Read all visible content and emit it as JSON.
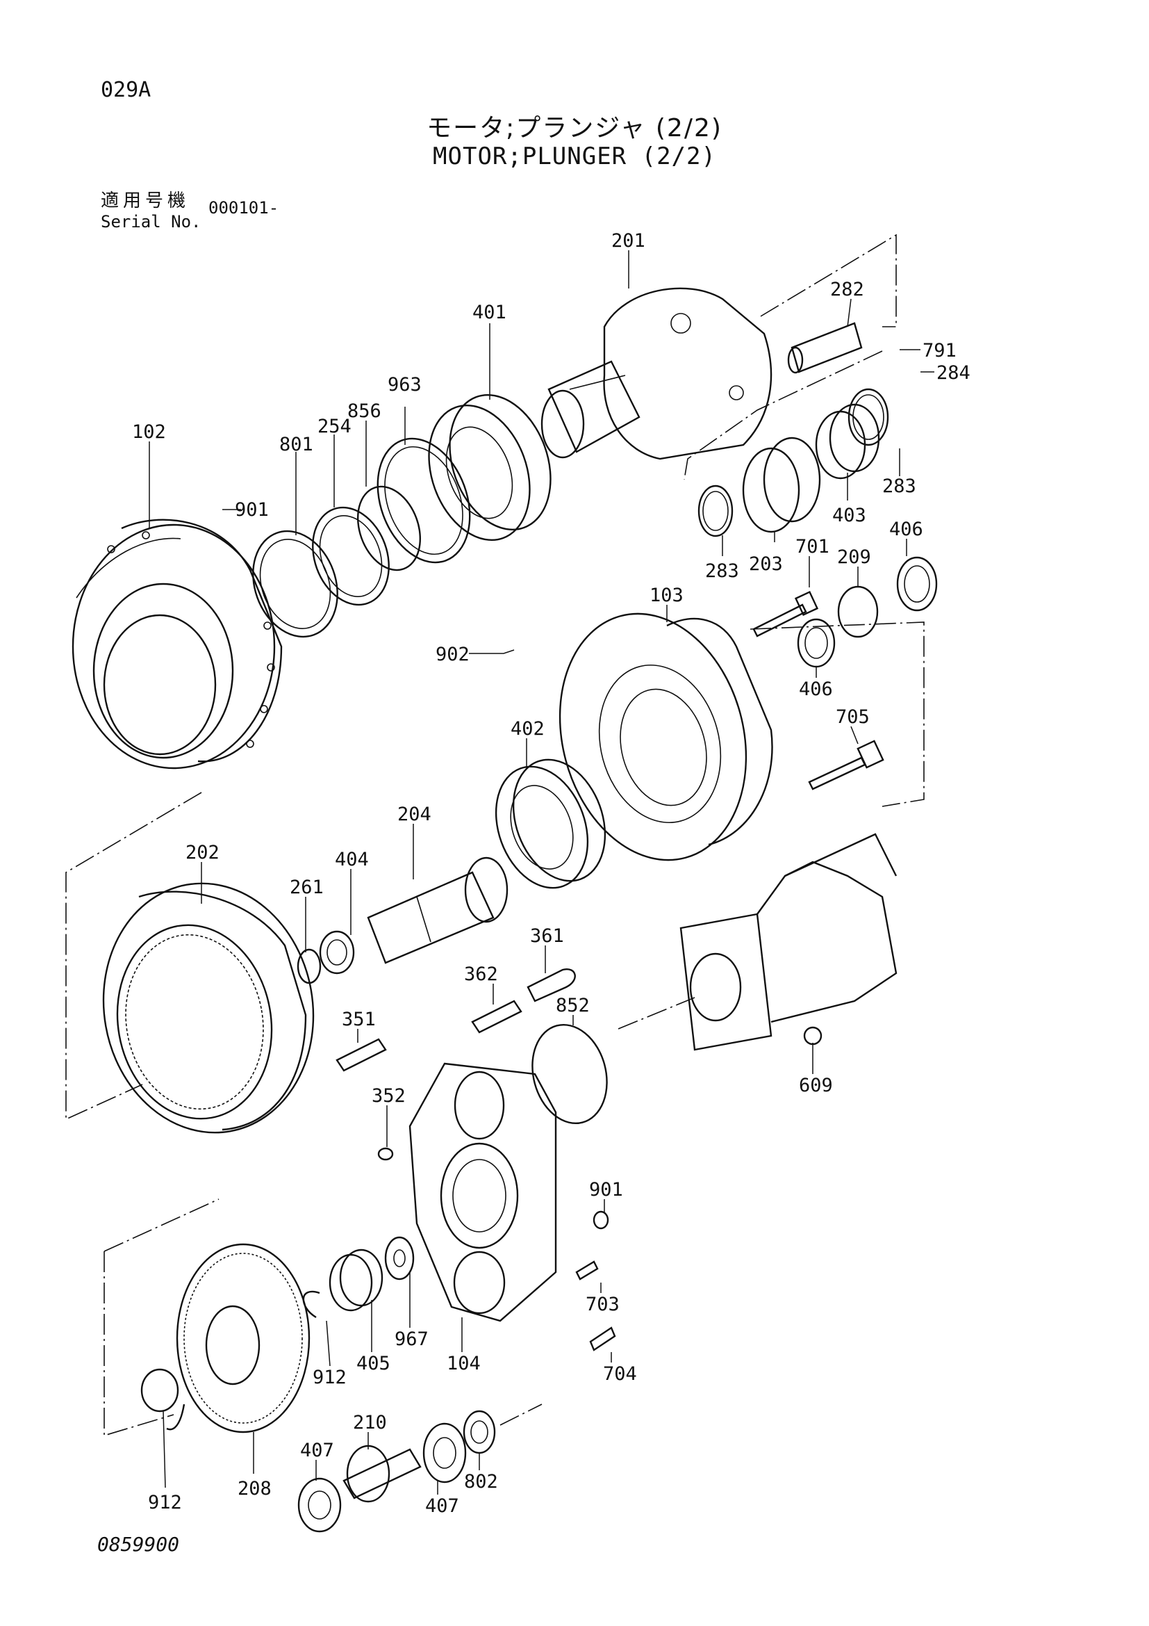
{
  "header": {
    "page_code": "029A",
    "title_jp": "モータ;プランジャ (2/2)",
    "title_en": "MOTOR;PLUNGER (2/2)",
    "serial_label_jp": "適用号機",
    "serial_label_en": "Serial No.",
    "serial_value": "000101-"
  },
  "footer": {
    "document_number": "0859900"
  },
  "parts": [
    {
      "id": "p201",
      "number": "201"
    },
    {
      "id": "p282",
      "number": "282"
    },
    {
      "id": "p791",
      "number": "791"
    },
    {
      "id": "p284",
      "number": "284"
    },
    {
      "id": "p401",
      "number": "401"
    },
    {
      "id": "p963",
      "number": "963"
    },
    {
      "id": "p856",
      "number": "856"
    },
    {
      "id": "p254",
      "number": "254"
    },
    {
      "id": "p801",
      "number": "801"
    },
    {
      "id": "p102",
      "number": "102"
    },
    {
      "id": "p901a",
      "number": "901"
    },
    {
      "id": "p283a",
      "number": "283"
    },
    {
      "id": "p403",
      "number": "403"
    },
    {
      "id": "p283b",
      "number": "283"
    },
    {
      "id": "p203",
      "number": "203"
    },
    {
      "id": "p701",
      "number": "701"
    },
    {
      "id": "p209",
      "number": "209"
    },
    {
      "id": "p406a",
      "number": "406"
    },
    {
      "id": "p103",
      "number": "103"
    },
    {
      "id": "p902",
      "number": "902"
    },
    {
      "id": "p406b",
      "number": "406"
    },
    {
      "id": "p705",
      "number": "705"
    },
    {
      "id": "p402",
      "number": "402"
    },
    {
      "id": "p204",
      "number": "204"
    },
    {
      "id": "p202",
      "number": "202"
    },
    {
      "id": "p404",
      "number": "404"
    },
    {
      "id": "p261",
      "number": "261"
    },
    {
      "id": "p361",
      "number": "361"
    },
    {
      "id": "p362",
      "number": "362"
    },
    {
      "id": "p852",
      "number": "852"
    },
    {
      "id": "p351",
      "number": "351"
    },
    {
      "id": "p609",
      "number": "609"
    },
    {
      "id": "p352",
      "number": "352"
    },
    {
      "id": "p901b",
      "number": "901"
    },
    {
      "id": "p703",
      "number": "703"
    },
    {
      "id": "p967",
      "number": "967"
    },
    {
      "id": "p405",
      "number": "405"
    },
    {
      "id": "p912a",
      "number": "912"
    },
    {
      "id": "p104",
      "number": "104"
    },
    {
      "id": "p704",
      "number": "704"
    },
    {
      "id": "p210",
      "number": "210"
    },
    {
      "id": "p407a",
      "number": "407"
    },
    {
      "id": "p802",
      "number": "802"
    },
    {
      "id": "p912b",
      "number": "912"
    },
    {
      "id": "p208",
      "number": "208"
    },
    {
      "id": "p407b",
      "number": "407"
    }
  ]
}
